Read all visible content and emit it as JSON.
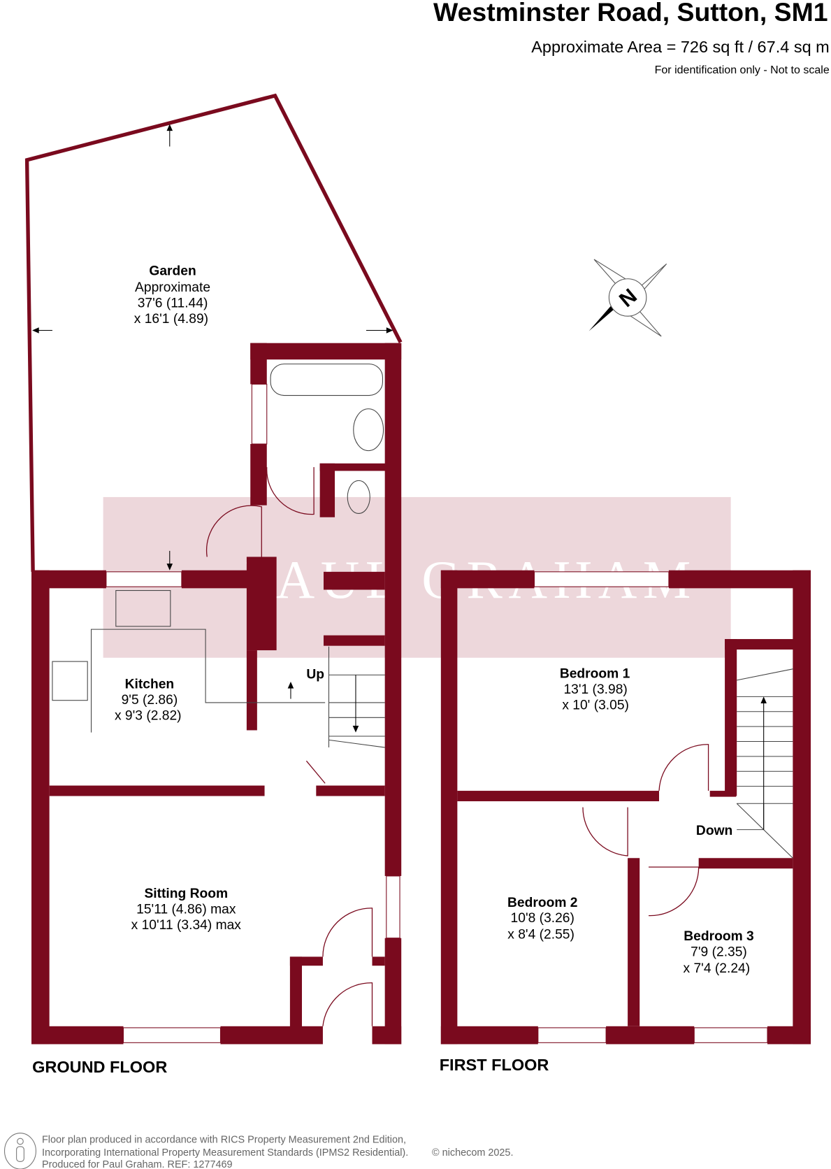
{
  "header": {
    "title": "Westminster Road, Sutton, SM1",
    "area": "Approximate Area = 726 sq ft / 67.4 sq m",
    "disclaimer": "For identification only - Not to scale"
  },
  "watermark": "PAUL GRAHAM",
  "compass": {
    "label": "N",
    "icon": "north-compass-icon"
  },
  "ground_floor": {
    "label": "GROUND FLOOR",
    "garden": {
      "name": "Garden",
      "l1": "Approximate",
      "l2": "37'6 (11.44)",
      "l3": "x 16'1 (4.89)"
    },
    "kitchen": {
      "name": "Kitchen",
      "l1": "9'5 (2.86)",
      "l2": "x 9'3 (2.82)"
    },
    "sitting": {
      "name": "Sitting Room",
      "l1": "15'11 (4.86) max",
      "l2": "x 10'11 (3.34) max"
    },
    "stairs": "Up"
  },
  "first_floor": {
    "label": "FIRST FLOOR",
    "bed1": {
      "name": "Bedroom 1",
      "l1": "13'1 (3.98)",
      "l2": "x 10' (3.05)"
    },
    "bed2": {
      "name": "Bedroom 2",
      "l1": "10'8 (3.26)",
      "l2": "x 8'4 (2.55)"
    },
    "bed3": {
      "name": "Bedroom 3",
      "l1": "7'9 (2.35)",
      "l2": "x 7'4 (2.24)"
    },
    "stairs": "Down"
  },
  "footer": {
    "line1": "Floor plan produced in accordance with RICS Property Measurement 2nd Edition,",
    "line2": "Incorporating International Property Measurement Standards (IPMS2 Residential).",
    "copyright": "© nichecom 2025.",
    "line3": "Produced for Paul Graham.   REF: 1277469"
  },
  "colors": {
    "wall": "#7a0a1e",
    "watermark": "#e8cdd2"
  }
}
